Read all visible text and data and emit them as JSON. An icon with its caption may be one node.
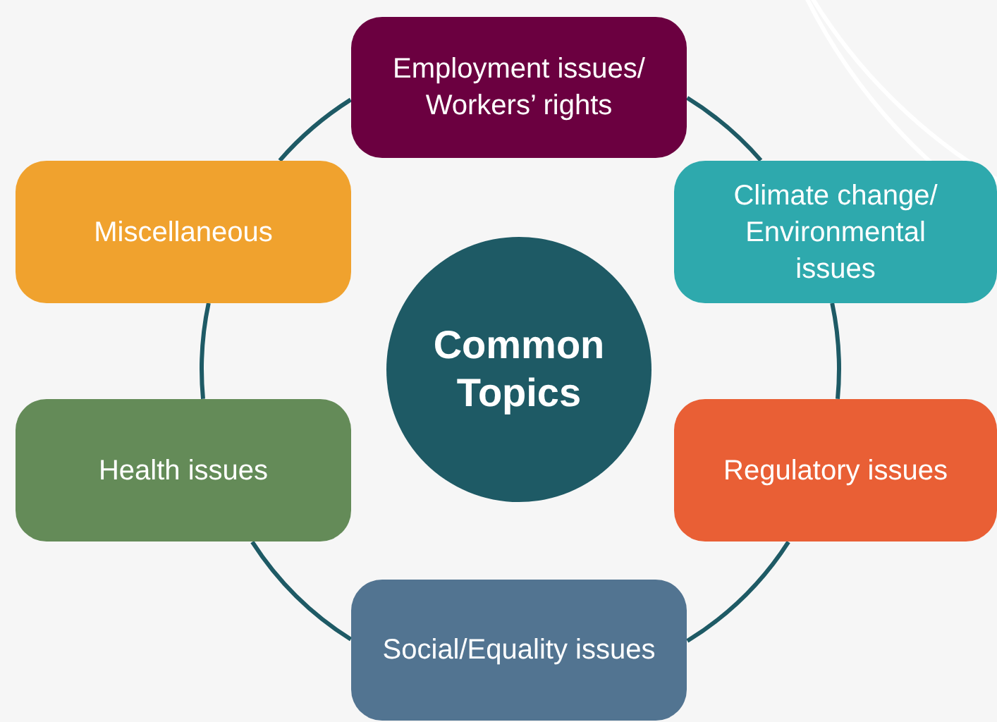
{
  "diagram": {
    "nodes": [
      {
        "text": [
          "Employment issues/ Workers’ rights"
        ]
      },
      {
        "text": [
          "Climate change/ Environmental issues"
        ]
      },
      {
        "text": [
          "Regulatory issues"
        ]
      },
      {
        "text": [
          "Social/Equality issues"
        ]
      },
      {
        "text": [
          "Health issues"
        ]
      },
      {
        "text": [
          "Miscellaneous"
        ]
      },
      {
        "text": [
          "Common Topics"
        ]
      }
    ],
    "edges": [
      {
        "from": 0,
        "to": 1,
        "arrow": "none"
      },
      {
        "from": 1,
        "to": 2,
        "arrow": "none"
      },
      {
        "from": 2,
        "to": 3,
        "arrow": "none"
      },
      {
        "from": 3,
        "to": 4,
        "arrow": "none"
      },
      {
        "from": 4,
        "to": 5,
        "arrow": "none"
      },
      {
        "from": 5,
        "to": 0,
        "arrow": "none"
      }
    ]
  }
}
